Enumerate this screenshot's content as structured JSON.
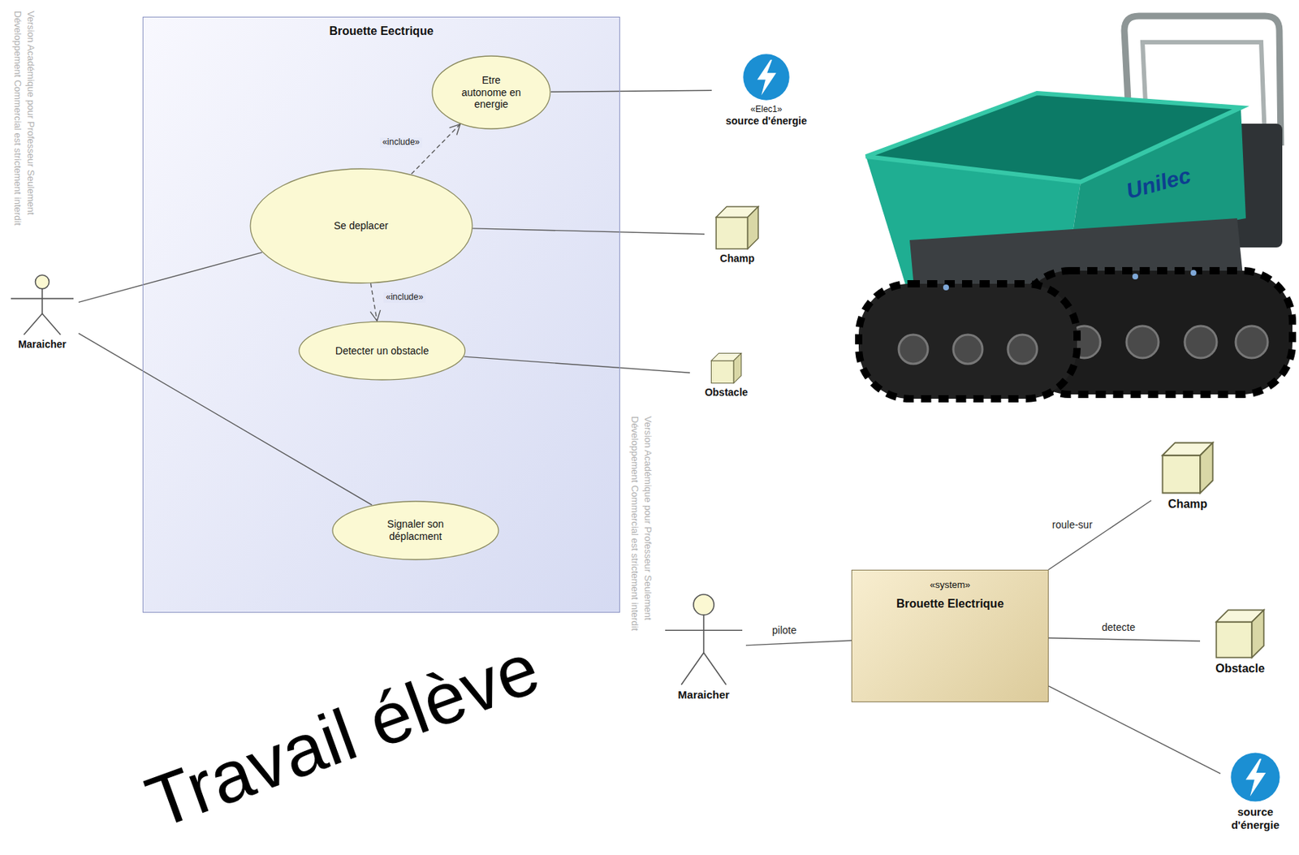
{
  "diagram": {
    "nodes": [
      {
        "text": [
          "Brouette Eectrique"
        ]
      },
      {
        "text": [
          "Etre autonome en energie"
        ],
        "in": 0
      },
      {
        "text": [
          "Se deplacer"
        ],
        "in": 0
      },
      {
        "text": [
          "Detecter un obstacle"
        ],
        "in": 0
      },
      {
        "text": [
          "Signaler son déplacment"
        ],
        "in": 0
      },
      {
        "text": [
          "Maraicher"
        ]
      },
      {
        "text": [
          "«Elec1»",
          "source d'énergie"
        ]
      },
      {
        "text": [
          "Champ"
        ]
      },
      {
        "text": [
          "Obstacle"
        ]
      },
      {
        "text": [
          "Maraicher"
        ]
      },
      {
        "text": [
          "«system»",
          "Brouette Electrique"
        ]
      },
      {
        "text": [
          "Champ"
        ]
      },
      {
        "text": [
          "Obstacle"
        ]
      },
      {
        "text": [
          "source d'énergie"
        ]
      }
    ],
    "edges": [
      {
        "from": 5,
        "to": 2,
        "arrow": "none"
      },
      {
        "from": 5,
        "to": 4,
        "arrow": "none"
      },
      {
        "from": 2,
        "to": 1,
        "label": "«include»",
        "arrow": "to"
      },
      {
        "from": 2,
        "to": 3,
        "label": "«include»",
        "arrow": "to"
      },
      {
        "from": 1,
        "to": 6,
        "arrow": "none"
      },
      {
        "from": 2,
        "to": 7,
        "arrow": "none"
      },
      {
        "from": 3,
        "to": 8,
        "arrow": "none"
      },
      {
        "from": 9,
        "to": 10,
        "label": "pilote",
        "arrow": "none"
      },
      {
        "from": 10,
        "to": 11,
        "label": "roule-sur",
        "arrow": "none"
      },
      {
        "from": 10,
        "to": 12,
        "label": "detecte",
        "arrow": "none"
      },
      {
        "from": 10,
        "to": 13,
        "arrow": "none"
      }
    ],
    "labels": [
      "Travail élève",
      "Unilec",
      "Version Académique pour Professeur Seulement",
      "Développement Commercial est strictement interdit",
      "Version Académique pour Professeur Seulement",
      "Développement Commercial est strictement interdit"
    ]
  }
}
